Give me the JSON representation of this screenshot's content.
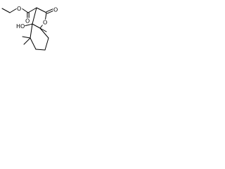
{
  "molecule": {
    "atoms": {
      "ring_oxygen": "O",
      "carbonyl_oxygen": "O",
      "ester_carbonyl_oxygen": "O",
      "ester_oxygen": "O",
      "hydroxyl": "HO"
    }
  }
}
